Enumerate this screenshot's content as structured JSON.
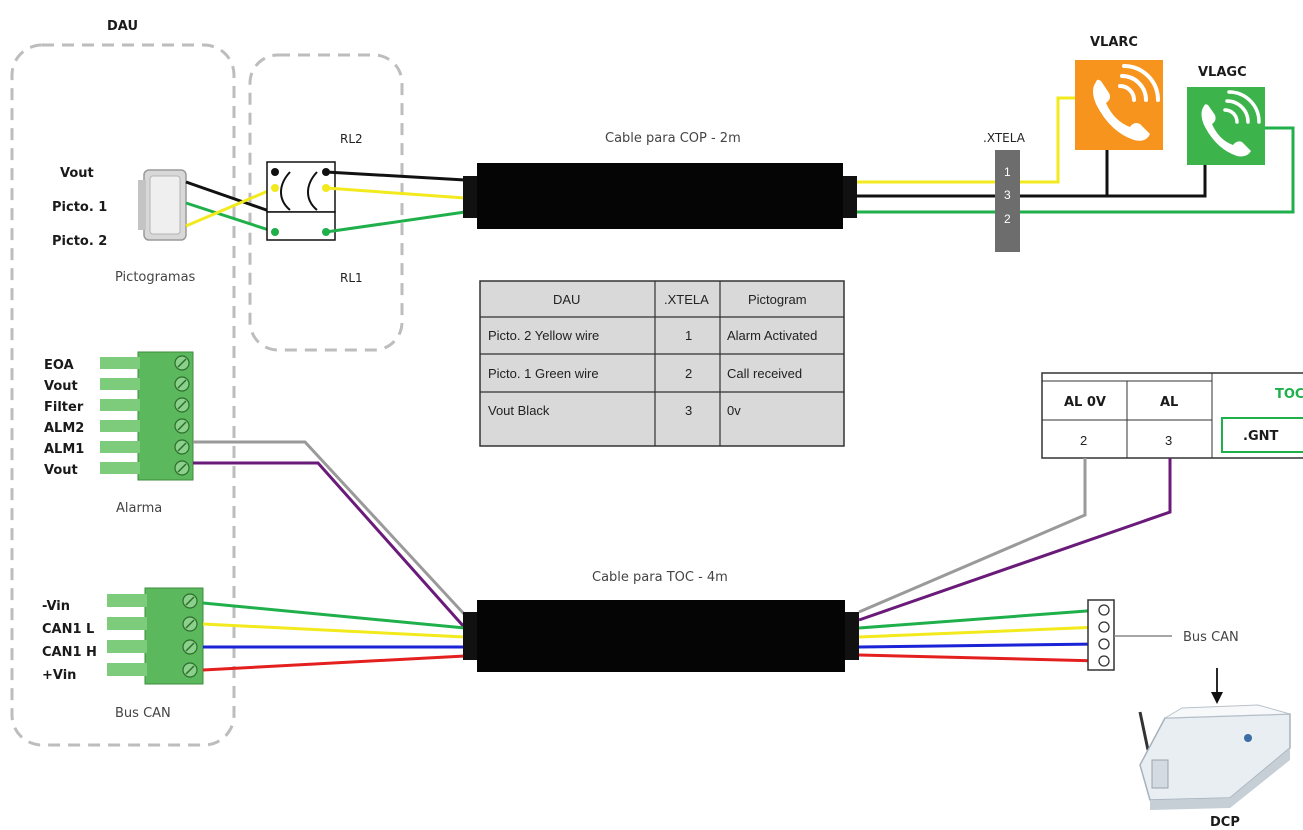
{
  "labels": {
    "dau": "DAU",
    "vout": "Vout",
    "picto1": "Picto. 1",
    "picto2": "Picto. 2",
    "pictogramas": "Pictogramas",
    "rl2": "RL2",
    "rl1": "RL1",
    "cable_cop": "Cable para COP - 2m",
    "xtela": ".XTELA",
    "vlarc": "VLARC",
    "vlagc": "VLAGC",
    "alarm_terminals": [
      "EOA",
      "Vout",
      "Filter",
      "ALM2",
      "ALM1",
      "Vout"
    ],
    "alarma": "Alarma",
    "cable_toc": "Cable para TOC - 4m",
    "bus_terminals": [
      "-Vin",
      "CAN1 L",
      "CAN1 H",
      "+Vin"
    ],
    "bus_can_left": "Bus CAN",
    "bus_can_right": "Bus CAN",
    "dcp": "DCP",
    "toc": "TOC",
    "gnt": ".GNT",
    "xtela_pins": [
      "1",
      "3",
      "2"
    ]
  },
  "dau_table": {
    "headers": [
      "DAU",
      ".XTELA",
      "Pictogram"
    ],
    "rows": [
      [
        "Picto. 2 Yellow wire",
        "1",
        "Alarm Activated"
      ],
      [
        "Picto. 1 Green wire",
        "2",
        "Call received"
      ],
      [
        "Vout Black",
        "3",
        "0v"
      ]
    ]
  },
  "toc_table": {
    "headers": [
      "AL 0V",
      "AL"
    ],
    "values": [
      "2",
      "3"
    ]
  },
  "colors": {
    "black_wire": "#111111",
    "yellow_wire": "#f2ea1d",
    "green_wire": "#1fb04b",
    "blue_wire": "#1a23d6",
    "red_wire": "#e4201f",
    "grey_wire": "#9a9a9a",
    "purple_wire": "#6a1b7a",
    "vlarc_orange": "#f7941d",
    "vlagc_green": "#3cb44b",
    "terminal_green": "#5cb85c"
  }
}
